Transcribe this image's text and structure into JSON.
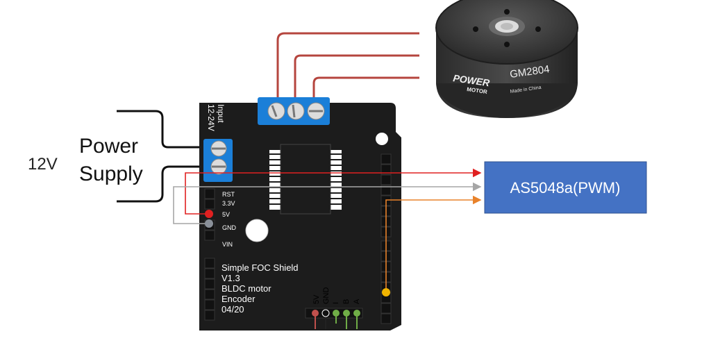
{
  "supply": {
    "voltage": "12V",
    "line1": "Power",
    "line2": "Supply"
  },
  "board": {
    "input_line1": "Input",
    "input_line2": "12-24V",
    "pins_left": [
      "RST",
      "3.3V",
      "5V",
      "GND",
      "VIN"
    ],
    "title_lines": [
      "Simple FOC Shield",
      "V1.3",
      "BLDC motor",
      "Encoder",
      "04/20"
    ],
    "encoder_pins": [
      "5V",
      "GND",
      "I",
      "B",
      "A"
    ]
  },
  "motor": {
    "brand_top": "POWER",
    "brand_bottom": "MOTOR",
    "model": "GM2804",
    "made": "Made in China"
  },
  "sensor": {
    "label": "AS5048a(PWM)",
    "color": "#4472c4"
  },
  "colors": {
    "board": "#1c1c1c",
    "terminal": "#1b7fd8",
    "wire_red": "#e02020",
    "wire_gray": "#a6a6a6",
    "wire_orange": "#e8822a",
    "motor_wire": "#b5453e"
  }
}
